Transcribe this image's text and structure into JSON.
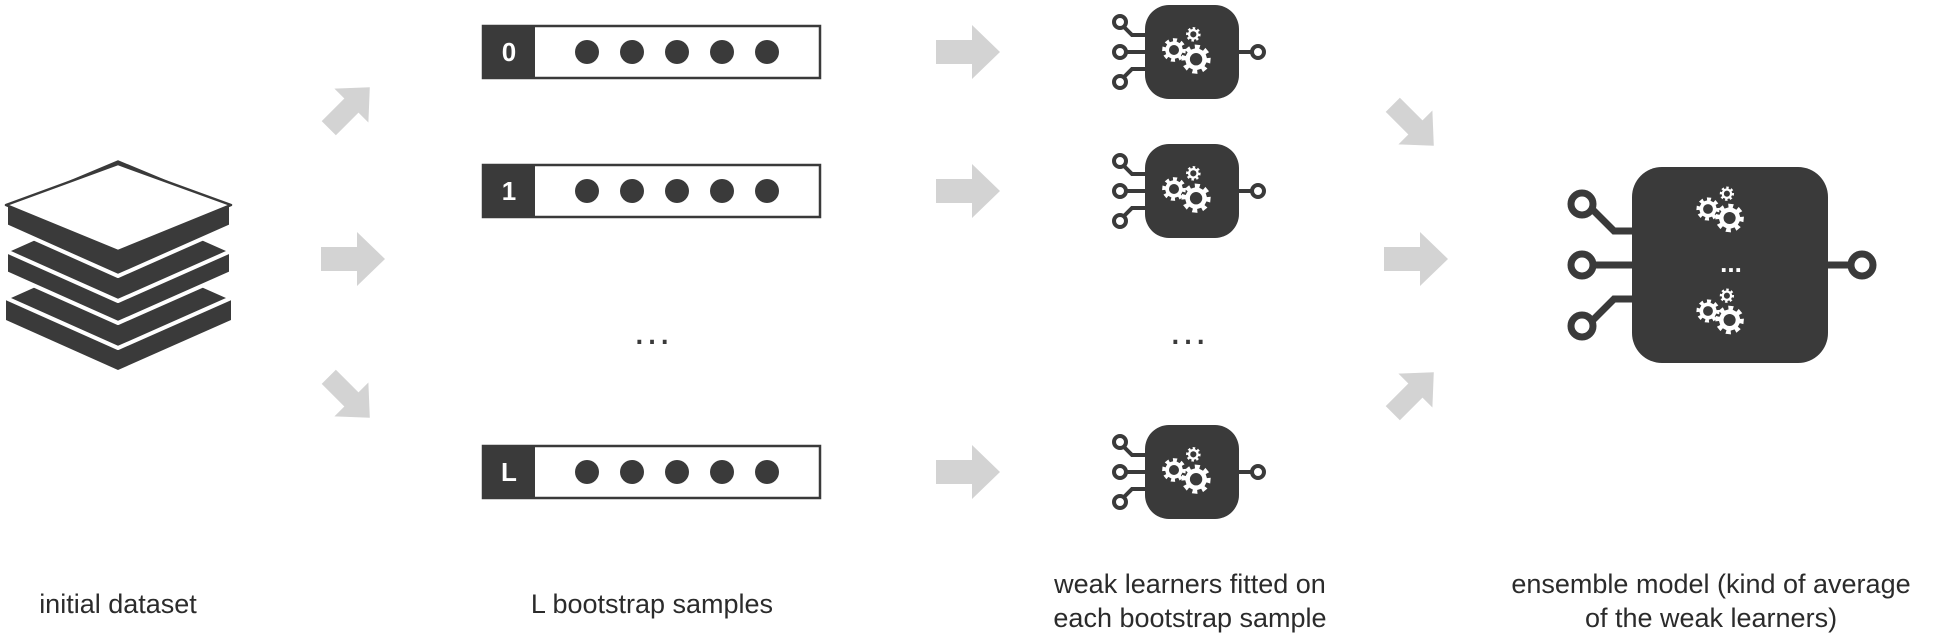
{
  "colors": {
    "dark": "#3a3a3a",
    "arrow": "#d3d3d3",
    "light": "#ffffff"
  },
  "icons": [
    "dataset-stack-icon",
    "arrow-icon",
    "weak-learner-gear-icon",
    "ensemble-model-icon"
  ],
  "samples": [
    {
      "label": "0"
    },
    {
      "label": "1"
    },
    {
      "label": "L"
    }
  ],
  "ellipsis": "…",
  "ensemble_ellipsis": "...",
  "captions": {
    "initial_dataset": "initial dataset",
    "bootstrap_samples": "L bootstrap samples",
    "weak_learners_line1": "weak learners fitted on",
    "weak_learners_line2": "each bootstrap sample",
    "ensemble_line1": "ensemble model (kind of average",
    "ensemble_line2": "of the weak learners)"
  }
}
